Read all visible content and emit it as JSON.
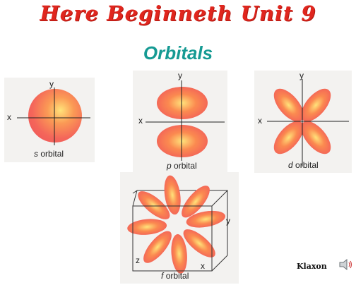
{
  "slide": {
    "title": "Here Beginneth Unit 9",
    "subtitle": "Orbitals"
  },
  "panels": {
    "s": {
      "label_letter": "s",
      "label_word": "orbital",
      "axis_x": "x",
      "axis_y": "y"
    },
    "p": {
      "label_letter": "p",
      "label_word": "orbital",
      "axis_x": "x",
      "axis_y": "y"
    },
    "d": {
      "label_letter": "d",
      "label_word": "orbital",
      "axis_x": "x",
      "axis_y": "y"
    },
    "f": {
      "label_letter": "f",
      "label_word": "orbital",
      "axis_x": "x",
      "axis_y": "y",
      "axis_z": "z"
    }
  },
  "sound": {
    "label": "Klaxon",
    "icon": "speaker-icon"
  },
  "colors": {
    "title": "#e0261e",
    "subtitle": "#159a93",
    "orbital_core": "#ffe37a",
    "orbital_mid": "#fb7a4a",
    "orbital_edge": "#f15a5a"
  }
}
